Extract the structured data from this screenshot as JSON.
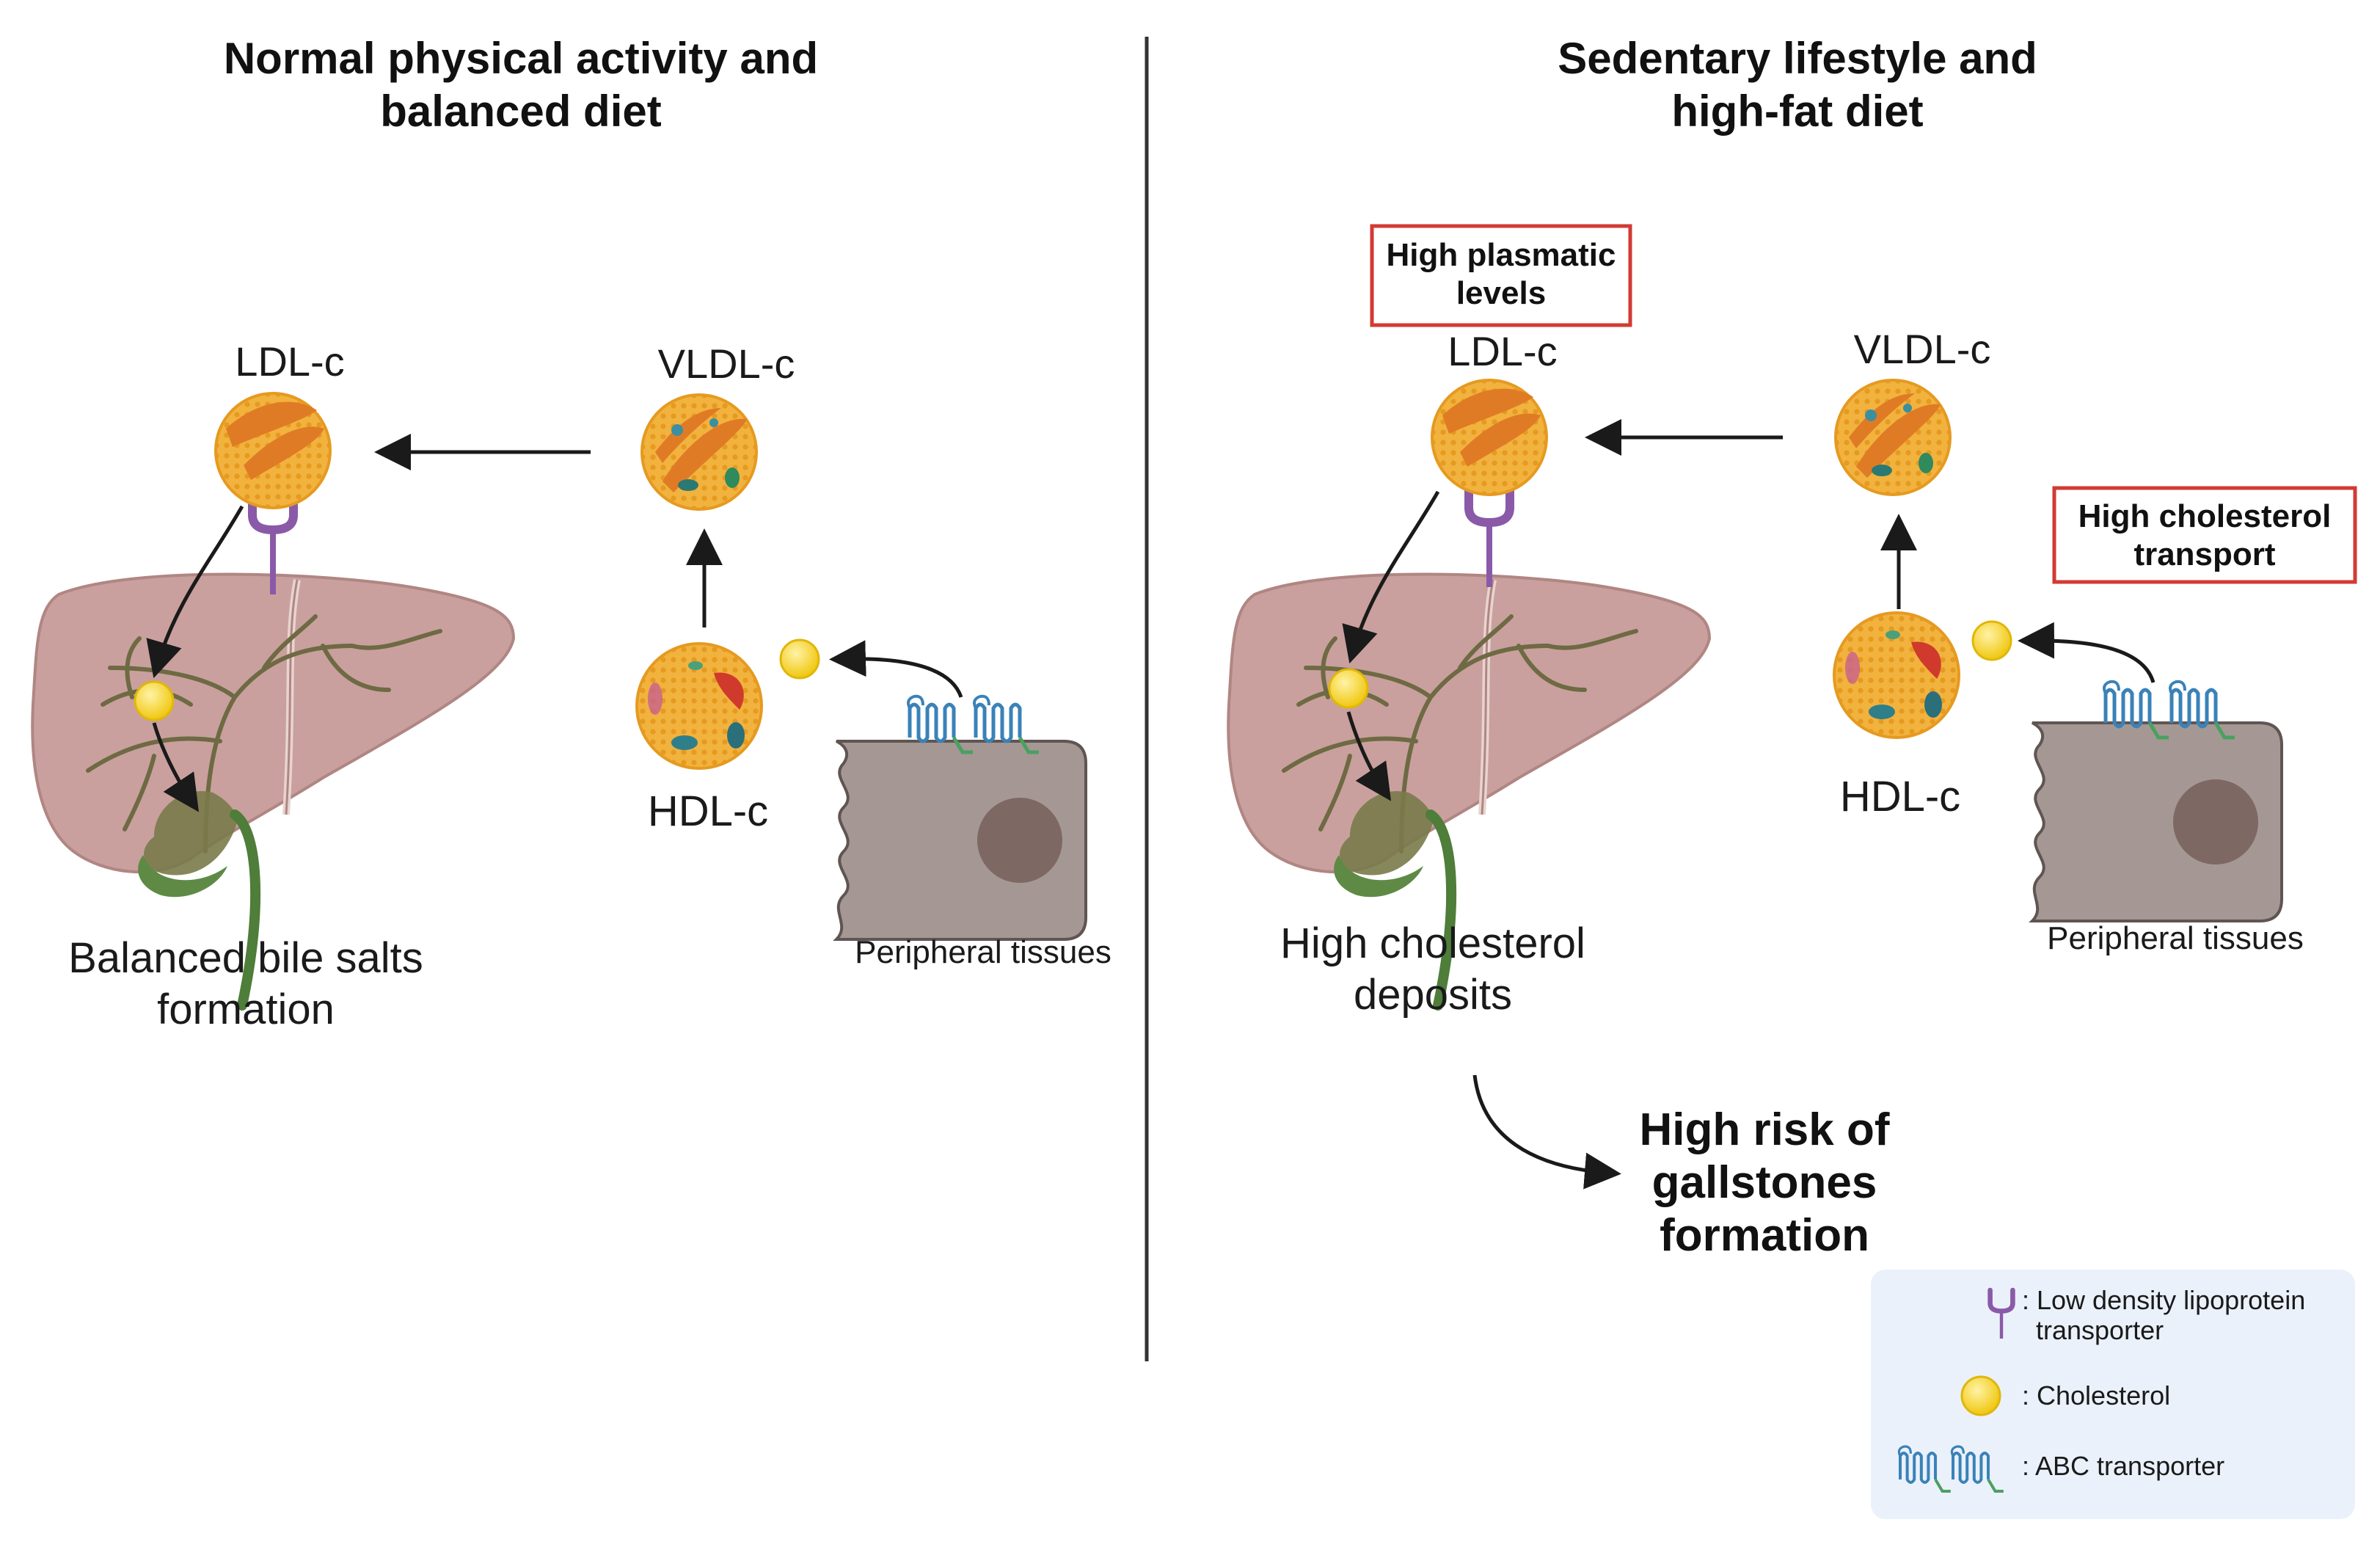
{
  "left_panel": {
    "title_line1": "Normal physical activity and",
    "title_line2": "balanced diet",
    "ldl_label": "LDL-c",
    "vldl_label": "VLDL-c",
    "hdl_label": "HDL-c",
    "peripheral_label": "Peripheral tissues",
    "outcome_line1": "Balanced bile salts",
    "outcome_line2": "formation"
  },
  "right_panel": {
    "title_line1": "Sedentary lifestyle and",
    "title_line2": "high-fat diet",
    "plasmatic_box_line1": "High plasmatic",
    "plasmatic_box_line2": "levels",
    "ldl_label": "LDL-c",
    "vldl_label": "VLDL-c",
    "transport_box_line1": "High cholesterol",
    "transport_box_line2": "transport",
    "hdl_label": "HDL-c",
    "peripheral_label": "Peripheral tissues",
    "outcome_line1": "High cholesterol",
    "outcome_line2": "deposits",
    "risk_line1": "High risk of",
    "risk_line2": "gallstones",
    "risk_line3": "formation"
  },
  "legend": {
    "ldl_transporter_line1": ": Low density lipoprotein",
    "ldl_transporter_line2": "transporter",
    "cholesterol": ": Cholesterol",
    "abc_transporter": ": ABC transporter"
  },
  "colors": {
    "liver": "#c9a09e",
    "liver_edge": "#b08683",
    "gallbladder": "#5e8a46",
    "bile_duct": "#4f7d3a",
    "lipoprotein": "#f2b23e",
    "ldl_band": "#e07b25",
    "cholesterol": "#f4d11d",
    "ldl_receptor": "#8a5aa8",
    "abc_transporter": "#3a82b8",
    "cell": "#a59894",
    "nucleus": "#7d6864",
    "alert_box": "#d23a33",
    "legend_bg": "#eaf1fa"
  }
}
